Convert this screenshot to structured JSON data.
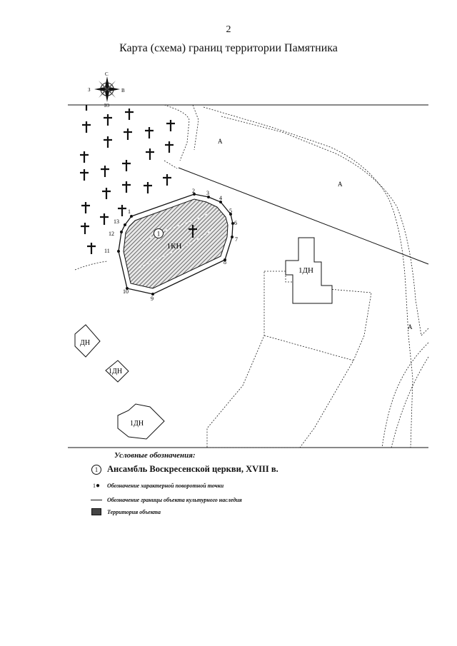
{
  "page": {
    "number": "2",
    "title": "Карта (схема) границ территории Памятника"
  },
  "compass": {
    "north": "С",
    "south": "Ю",
    "west": "З",
    "east": "В"
  },
  "map": {
    "zone_labels": [
      "А",
      "А",
      "А"
    ],
    "monument_number": "1",
    "monument_code": "1КН",
    "building_labels": [
      "1ДН",
      "ДН",
      "1ДН",
      "1ДН"
    ],
    "point_labels": [
      "1",
      "2",
      "3",
      "4",
      "5",
      "6",
      "7",
      "8",
      "9",
      "10",
      "11",
      "12",
      "13"
    ]
  },
  "legend": {
    "title": "Условные обозначения:",
    "items": [
      {
        "symbol": "circle-number",
        "symbol_text": "1",
        "text": "Ансамбль Воскресенской церкви, XVIII в."
      },
      {
        "symbol": "point-marker",
        "symbol_text": "1",
        "text": "Обозначение характерной поворотной точки"
      },
      {
        "symbol": "line",
        "text": "Обозначение границы объекта культурного наследия"
      },
      {
        "symbol": "filled-box",
        "text": "Территория объекта"
      }
    ]
  }
}
